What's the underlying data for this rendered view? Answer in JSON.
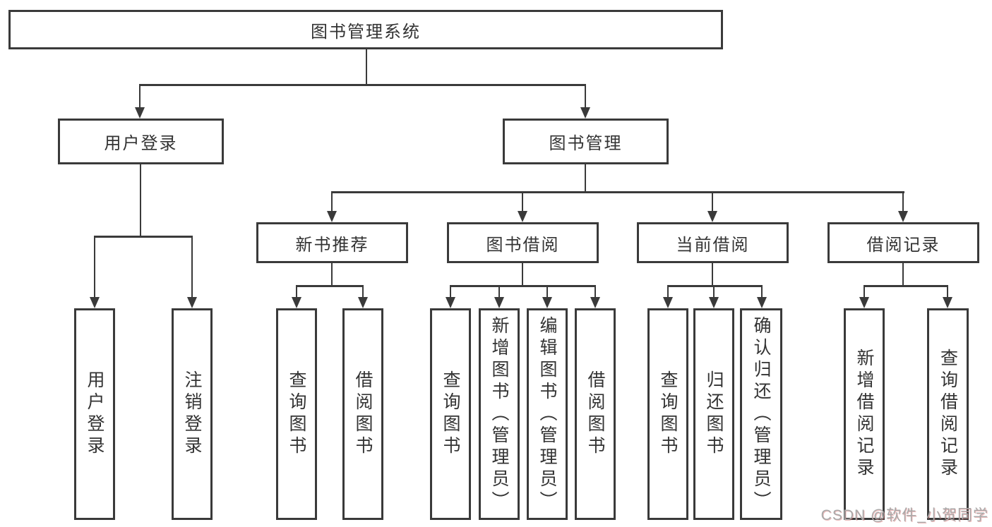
{
  "diagram": {
    "type": "tree-diagram",
    "colors": {
      "background": "#ffffff",
      "line": "#3a3a3a",
      "box_border": "#3a3a3a",
      "box_fill": "#ffffff",
      "text": "#333333",
      "watermark_text": "#a9a9a9"
    }
  },
  "tree": {
    "label": "图书管理系统",
    "children": [
      {
        "label": "用户登录",
        "children": [
          {
            "label": "用户登录"
          },
          {
            "label": "注销登录"
          }
        ]
      },
      {
        "label": "图书管理",
        "children": [
          {
            "label": "新书推荐",
            "children": [
              {
                "label": "查询图书"
              },
              {
                "label": "借阅图书"
              }
            ]
          },
          {
            "label": "图书借阅",
            "children": [
              {
                "label": "查询图书"
              },
              {
                "label": "新增图书（管理员）"
              },
              {
                "label": "编辑图书（管理员）"
              },
              {
                "label": "借阅图书"
              }
            ]
          },
          {
            "label": "当前借阅",
            "children": [
              {
                "label": "查询图书"
              },
              {
                "label": "归还图书"
              },
              {
                "label": "确认归还（管理员）"
              }
            ]
          },
          {
            "label": "借阅记录",
            "children": [
              {
                "label": "新增借阅记录"
              },
              {
                "label": "查询借阅记录"
              }
            ]
          }
        ]
      }
    ]
  },
  "watermark": {
    "text": "CSDN @软件_小贺同学"
  }
}
